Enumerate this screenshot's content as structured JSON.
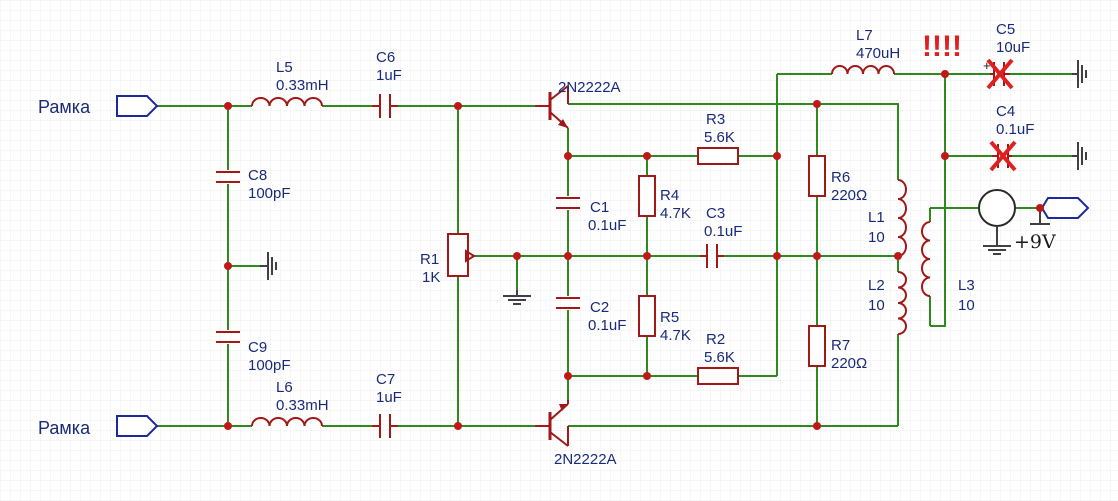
{
  "ports": {
    "input_top": "Рамка",
    "input_bottom": "Рамка",
    "supply": "+9V"
  },
  "warning": "!!!!",
  "components": {
    "L5": {
      "ref": "L5",
      "value": "0.33mH"
    },
    "L6": {
      "ref": "L6",
      "value": "0.33mH"
    },
    "L7": {
      "ref": "L7",
      "value": "470uH"
    },
    "L1": {
      "ref": "L1",
      "value": "10"
    },
    "L2": {
      "ref": "L2",
      "value": "10"
    },
    "L3": {
      "ref": "L3",
      "value": "10"
    },
    "C1": {
      "ref": "C1",
      "value": "0.1uF"
    },
    "C2": {
      "ref": "C2",
      "value": "0.1uF"
    },
    "C3": {
      "ref": "C3",
      "value": "0.1uF"
    },
    "C4": {
      "ref": "C4",
      "value": "0.1uF"
    },
    "C5": {
      "ref": "C5",
      "value": "10uF"
    },
    "C6": {
      "ref": "C6",
      "value": "1uF"
    },
    "C7": {
      "ref": "C7",
      "value": "1uF"
    },
    "C8": {
      "ref": "C8",
      "value": "100pF"
    },
    "C9": {
      "ref": "C9",
      "value": "100pF"
    },
    "R1": {
      "ref": "R1",
      "value": "1K"
    },
    "R2": {
      "ref": "R2",
      "value": "5.6K"
    },
    "R3": {
      "ref": "R3",
      "value": "5.6K"
    },
    "R4": {
      "ref": "R4",
      "value": "4.7K"
    },
    "R5": {
      "ref": "R5",
      "value": "4.7K"
    },
    "R6": {
      "ref": "R6",
      "value": "220Ω"
    },
    "R7": {
      "ref": "R7",
      "value": "220Ω"
    },
    "Q1": {
      "value": "2N2222A"
    },
    "Q2": {
      "value": "2N2222A"
    }
  },
  "polarity_mark": "+",
  "colors": {
    "wire": "#2e8a1e",
    "component": "#a01818",
    "label": "#1a2a7a",
    "port": "#1c2a9a",
    "junction": "#c01818",
    "warning": "#e02020",
    "grid": "#e6e6e6"
  }
}
